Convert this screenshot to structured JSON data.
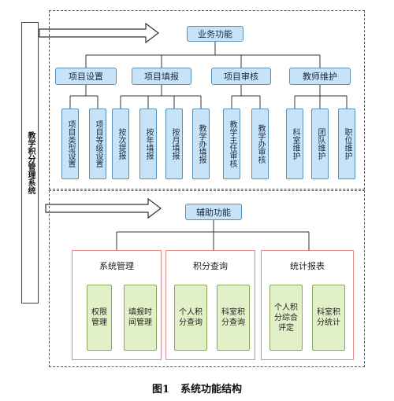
{
  "system": {
    "label": "教学积分管理系统"
  },
  "business": {
    "title": "业务功能",
    "groups": [
      {
        "label": "项目设置",
        "items": [
          "项目类型设置",
          "项目等级设置"
        ]
      },
      {
        "label": "项目填报",
        "items": [
          "按次提报",
          "按年填报",
          "按月填报",
          "教学办填报"
        ]
      },
      {
        "label": "项目审核",
        "items": [
          "教学主任审核",
          "教学办审核"
        ]
      },
      {
        "label": "教师维护",
        "items": [
          "科室维护",
          "团队维护",
          "职位维护"
        ]
      }
    ]
  },
  "auxiliary": {
    "title": "辅助功能",
    "groups": [
      {
        "label": "系统管理",
        "items": [
          "权限管理",
          "填报时间管理"
        ]
      },
      {
        "label": "积分查询",
        "items": [
          "个人积分查询",
          "科室积分查询"
        ]
      },
      {
        "label": "统计报表",
        "items": [
          "个人积分综合评定",
          "科室积分统计"
        ]
      }
    ]
  },
  "caption": {
    "figure": "图1",
    "title": "系统功能结构"
  },
  "colors": {
    "blue_fill": "#c7e3f7",
    "green_fill": "#e2f0c8",
    "red_border": "#e08a8a"
  }
}
